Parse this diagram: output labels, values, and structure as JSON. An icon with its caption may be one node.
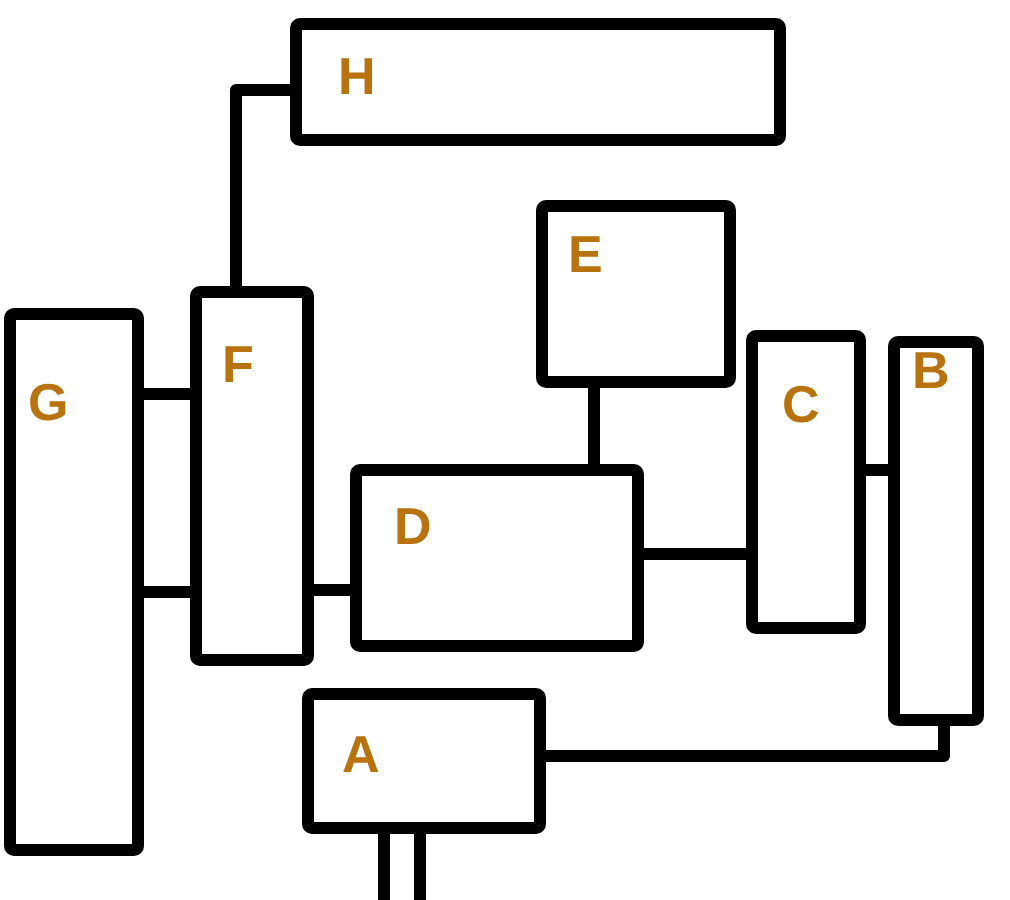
{
  "diagram": {
    "nodes": [
      {
        "text": [
          "H"
        ]
      },
      {
        "text": [
          "E"
        ]
      },
      {
        "text": [
          "G"
        ]
      },
      {
        "text": [
          "F"
        ]
      },
      {
        "text": [
          "D"
        ]
      },
      {
        "text": [
          "C"
        ]
      },
      {
        "text": [
          "B"
        ]
      },
      {
        "text": [
          "A"
        ]
      }
    ],
    "edges": [
      {
        "from": 0,
        "to": 3,
        "arrow": "none"
      },
      {
        "from": 2,
        "to": 3,
        "arrow": "none"
      },
      {
        "from": 2,
        "to": 3,
        "arrow": "none"
      },
      {
        "from": 3,
        "to": 4,
        "arrow": "none"
      },
      {
        "from": 1,
        "to": 4,
        "arrow": "none"
      },
      {
        "from": 4,
        "to": 5,
        "arrow": "none"
      },
      {
        "from": 5,
        "to": 6,
        "arrow": "none"
      },
      {
        "from": 6,
        "to": 7,
        "arrow": "none"
      },
      {
        "from": 7,
        "to": null,
        "arrow": "none"
      },
      {
        "from": 7,
        "to": null,
        "arrow": "none"
      }
    ]
  }
}
